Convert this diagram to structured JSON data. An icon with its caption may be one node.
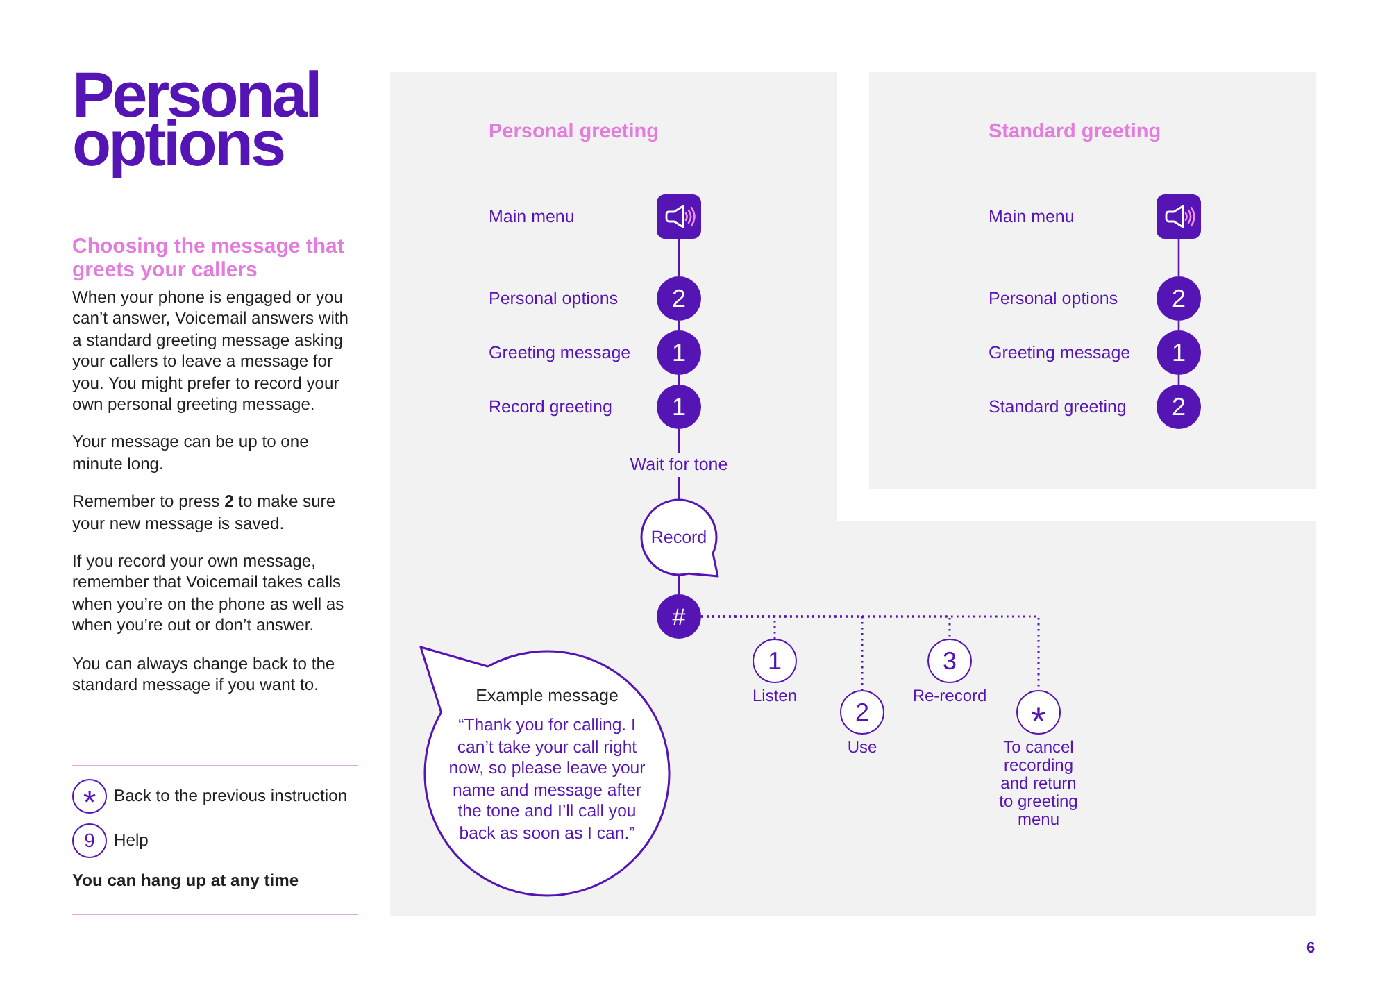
{
  "diagram": {
    "title": "Personal options",
    "nodes": [
      {
        "text": [
          "*"
        ],
        "beside": [
          "Back to the previous instruction"
        ]
      },
      {
        "text": [
          "9"
        ],
        "beside": [
          "Help"
        ]
      },
      {
        "text": [
          "Personal greeting"
        ]
      },
      {
        "text": [],
        "shape": "box",
        "in": 2
      },
      {
        "text": [
          "2"
        ],
        "beside": [
          "Personal options"
        ],
        "in": 2
      },
      {
        "text": [
          "1"
        ],
        "beside": [
          "Greeting message"
        ],
        "in": 2
      },
      {
        "text": [
          "1"
        ],
        "beside": [
          "Record greeting"
        ],
        "in": 2
      },
      {
        "text": [
          "Record"
        ],
        "in": 2
      },
      {
        "text": [
          "#"
        ],
        "in": 2
      },
      {
        "text": [
          "1"
        ],
        "beside": [
          "Listen"
        ],
        "in": 2
      },
      {
        "text": [
          "2"
        ],
        "beside": [
          "Use"
        ],
        "in": 2
      },
      {
        "text": [
          "3"
        ],
        "beside": [
          "Re-record"
        ],
        "in": 2
      },
      {
        "text": [
          "*"
        ],
        "beside": [
          "To cancel recording and return to greeting menu"
        ],
        "in": 2
      },
      {
        "text": [
          "Example message",
          "“Thank you for calling. I can’t take your call right now, so please leave your name and message after the tone and I’ll call you back as soon as I can.”"
        ],
        "in": 2
      },
      {
        "text": [
          "Standard greeting"
        ]
      },
      {
        "text": [],
        "shape": "box",
        "in": 14
      },
      {
        "text": [
          "2"
        ],
        "beside": [
          "Personal options"
        ],
        "in": 14
      },
      {
        "text": [
          "1"
        ],
        "beside": [
          "Greeting message"
        ],
        "in": 14
      },
      {
        "text": [
          "2"
        ],
        "beside": [
          "Standard greeting"
        ],
        "in": 14
      }
    ],
    "edges": [
      {
        "from": 3,
        "to": 4,
        "arrow": "none"
      },
      {
        "from": 4,
        "to": 5,
        "arrow": "none"
      },
      {
        "from": 5,
        "to": 6,
        "arrow": "none"
      },
      {
        "from": 6,
        "to": 7,
        "arrow": "none",
        "label": "Wait for tone"
      },
      {
        "from": 7,
        "to": 8,
        "arrow": "none"
      },
      {
        "from": 8,
        "to": 9,
        "arrow": "none",
        "style": "dashed"
      },
      {
        "from": 8,
        "to": 10,
        "arrow": "none",
        "style": "dashed"
      },
      {
        "from": 8,
        "to": 11,
        "arrow": "none",
        "style": "dashed"
      },
      {
        "from": 8,
        "to": 12,
        "arrow": "none",
        "style": "dashed"
      },
      {
        "from": 15,
        "to": 16,
        "arrow": "none"
      },
      {
        "from": 16,
        "to": 17,
        "arrow": "none"
      },
      {
        "from": 17,
        "to": 18,
        "arrow": "none"
      }
    ],
    "labels": [
      "Choosing the message that greets your callers",
      "When your phone is engaged or you can’t answer, Voicemail answers with a standard greeting message asking your callers to leave a message for you. You might prefer to record your own personal greeting message.",
      "Your message can be up to one minute long.",
      "Remember to press **2** to make sure your new message is saved.",
      "If you record your own message, remember that Voicemail takes calls when you’re on the phone as well as when you’re out or don’t answer.",
      "You can always change back to the standard message if you want to.",
      "You can hang up at any time",
      "Main menu",
      "Main menu",
      "6"
    ]
  }
}
